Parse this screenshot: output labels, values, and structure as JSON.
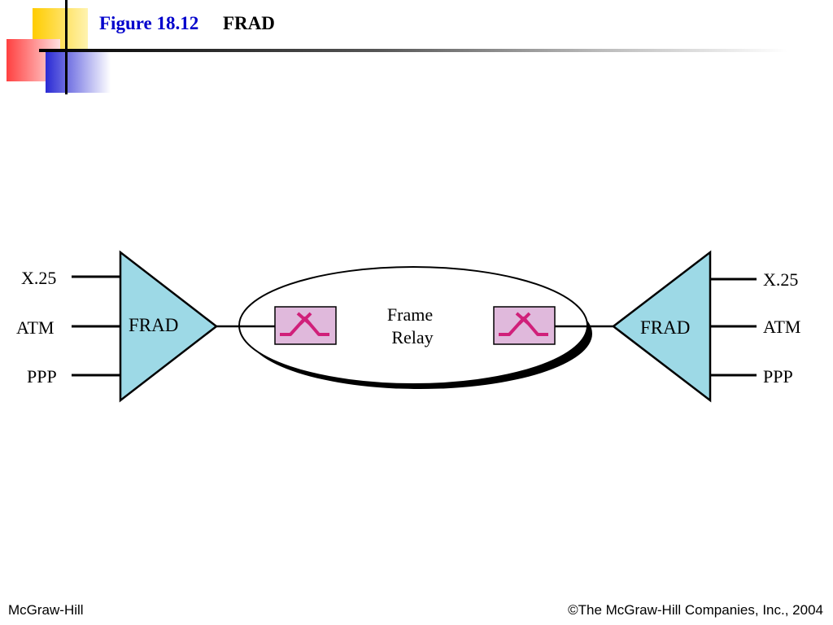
{
  "slide": {
    "figure_number": "Figure 18.12",
    "figure_title": "FRAD"
  },
  "diagram": {
    "left": {
      "device_label": "FRAD",
      "inputs": [
        "X.25",
        "ATM",
        "PPP"
      ]
    },
    "right": {
      "device_label": "FRAD",
      "inputs": [
        "X.25",
        "ATM",
        "PPP"
      ]
    },
    "cloud_label_line1": "Frame",
    "cloud_label_line2": "Relay",
    "colors": {
      "frad_fill": "#9dd9e6",
      "switch_fill": "#e0b9dc",
      "switch_symbol": "#d0207a"
    }
  },
  "footer": {
    "left": "McGraw-Hill",
    "right": "©The McGraw-Hill Companies, Inc., 2004"
  }
}
